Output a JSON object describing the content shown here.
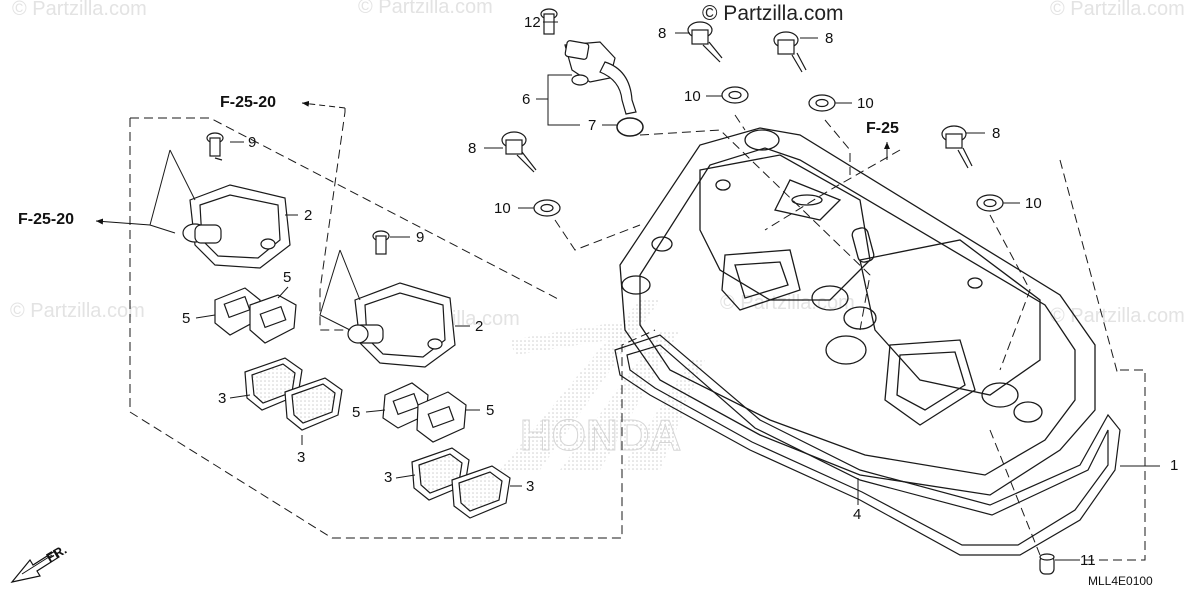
{
  "watermark": {
    "main": "© Partzilla.com",
    "faint": "© Partzilla.com"
  },
  "brand_background": "HONDA",
  "diagram_code": "MLL4E0100",
  "front_indicator": "FR.",
  "references": {
    "left": "F-25-20",
    "top": "F-25-20",
    "right": "F-25"
  },
  "callouts": {
    "p1": "1",
    "p2a": "2",
    "p2b": "2",
    "p3a": "3",
    "p3b": "3",
    "p3c": "3",
    "p3d": "3",
    "p4": "4",
    "p5a": "5",
    "p5b": "5",
    "p5c": "5",
    "p5d": "5",
    "p6": "6",
    "p7": "7",
    "p8a": "8",
    "p8b": "8",
    "p8c": "8",
    "p8d": "8",
    "p9a": "9",
    "p9b": "9",
    "p10a": "10",
    "p10b": "10",
    "p10c": "10",
    "p10d": "10",
    "p11": "11",
    "p12": "12"
  },
  "colors": {
    "line": "#1a1a1a",
    "watermark": "#e3e3e3",
    "honda_pattern": "#cfcfcf"
  }
}
